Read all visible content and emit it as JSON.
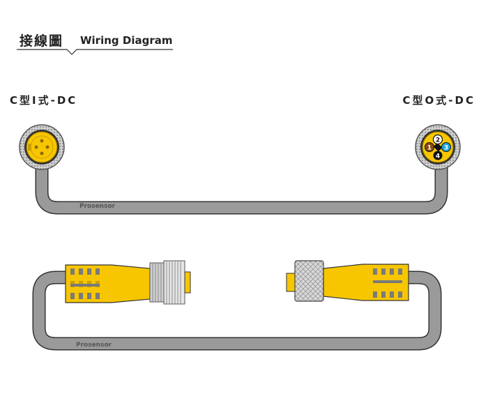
{
  "header": {
    "title_zh": "接線圖",
    "title_en": "Wiring Diagram"
  },
  "connectors": {
    "left_label": "C型I式-DC",
    "right_label": "C型O式-DC"
  },
  "cable": {
    "brand_top": "Prosensor",
    "brand_bottom": "Prosensor"
  },
  "pins": [
    "1",
    "2",
    "3",
    "4"
  ],
  "colors": {
    "connector_yellow": "#f7c600",
    "cable_gray": "#9a9a9a",
    "pin_brown": "#8b4b12",
    "pin_blue": "#19a6dc",
    "pin_black": "#111111",
    "pin_white": "#ffffff"
  }
}
